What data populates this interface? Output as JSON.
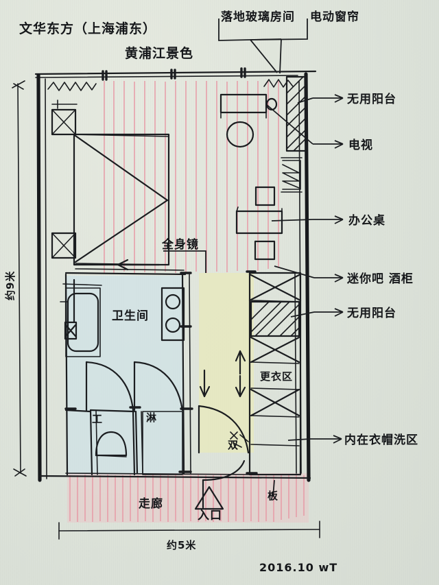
{
  "sheet": {
    "media": "hand-drawn floor plan on pale green notebook paper",
    "title_line1": "文华东方（上海浦东）",
    "title_line2": "黄浦江景色",
    "date_signature": "2016.10 wT"
  },
  "top_callouts": [
    {
      "id": "floor-glass",
      "text": "落地玻璃房间"
    },
    {
      "id": "electric-curtain",
      "text": "电动窗帘"
    }
  ],
  "right_callouts": [
    {
      "id": "unused-balcony-top",
      "text": "无用阳台"
    },
    {
      "id": "tv",
      "text": "电视"
    },
    {
      "id": "desk",
      "text": "办公桌"
    },
    {
      "id": "minibar",
      "text": "迷你吧 酒柜"
    },
    {
      "id": "unused-balcony-mid",
      "text": "无用阳台"
    },
    {
      "id": "inner-wardrobe-wash",
      "text": "内在衣帽洗区"
    }
  ],
  "interior_labels": [
    {
      "id": "bathroom",
      "text": "卫生间"
    },
    {
      "id": "mirror",
      "text": "全身镜"
    },
    {
      "id": "changing-area",
      "text": "更衣区"
    },
    {
      "id": "toilet",
      "text": "工"
    },
    {
      "id": "shower",
      "text": "淋"
    },
    {
      "id": "double-door",
      "text": "双"
    },
    {
      "id": "board",
      "text": "板"
    }
  ],
  "bottom_labels": [
    {
      "id": "corridor",
      "text": "走廊"
    },
    {
      "id": "entrance",
      "text": "入口"
    }
  ],
  "dimensions": {
    "left_vertical": "约9米",
    "bottom_horizontal": "约5米"
  },
  "colors": {
    "paper": "#dfe4dc",
    "ink": "#1b1d20",
    "bathroom_wash": "#cfe2e6",
    "changing_wash": "#e7e9bd",
    "corridor_hatch": "#e79aa6"
  }
}
